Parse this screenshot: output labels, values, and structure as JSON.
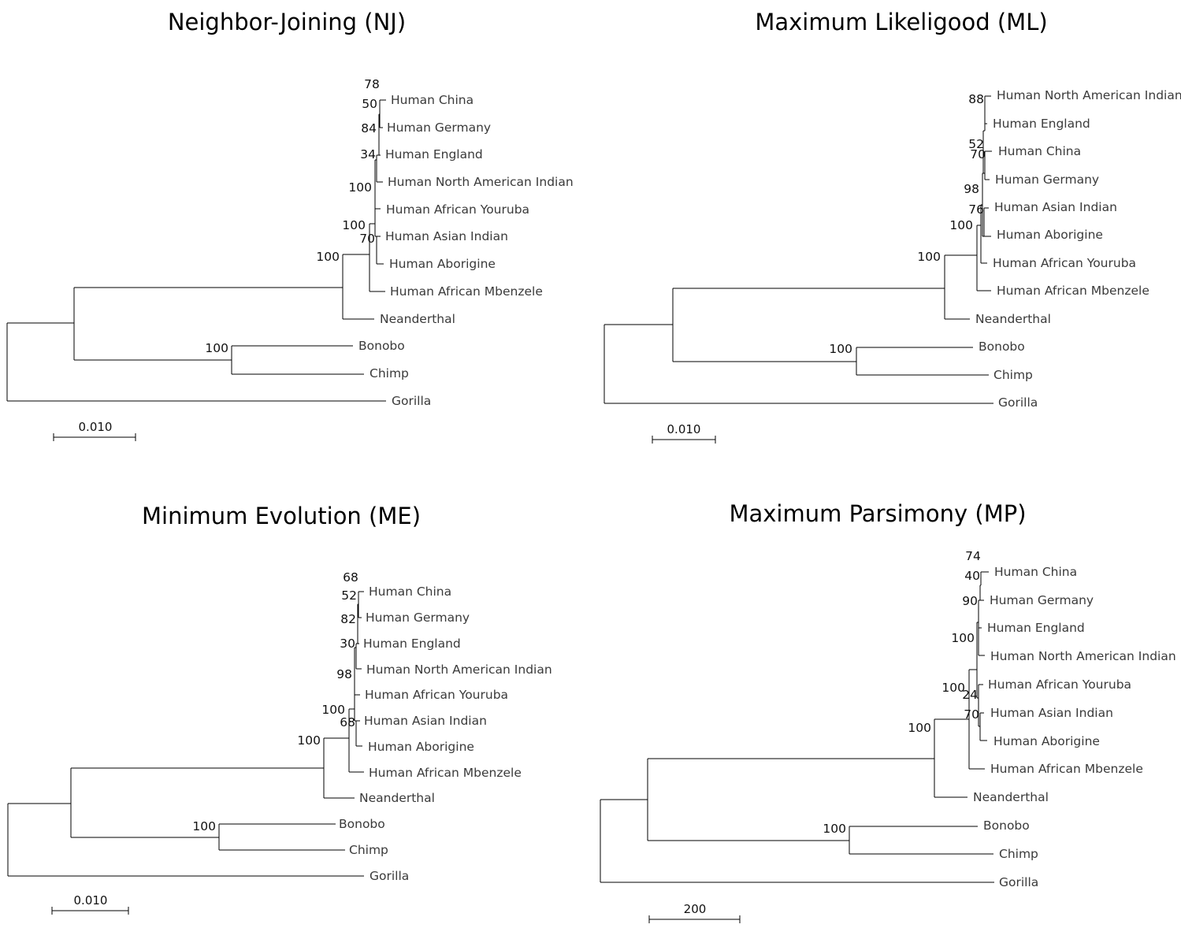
{
  "panels": [
    {
      "id": "nj",
      "title": "Neighbor-Joining (NJ)",
      "scale_label": "0.010",
      "leaves": [
        "Human China",
        "Human Germany",
        "Human England",
        "Human North American Indian",
        "Human African Youruba",
        "Human Asian Indian",
        "Human Aborigine",
        "Human African Mbenzele",
        "Neanderthal",
        "Bonobo",
        "Chimp",
        "Gorilla"
      ],
      "bootstrap": [
        "78",
        "50",
        "84",
        "34",
        "100",
        "100",
        "70",
        "100",
        "100"
      ]
    },
    {
      "id": "ml",
      "title": "Maximum Likeligood (ML)",
      "scale_label": "0.010",
      "leaves": [
        "Human North American Indian",
        "Human England",
        "Human China",
        "Human Germany",
        "Human Asian Indian",
        "Human Aborigine",
        "Human African Youruba",
        "Human African Mbenzele",
        "Neanderthal",
        "Bonobo",
        "Chimp",
        "Gorilla"
      ],
      "bootstrap": [
        "88",
        "52",
        "70",
        "98",
        "76",
        "100",
        "100",
        "100"
      ]
    },
    {
      "id": "me",
      "title": "Minimum Evolution (ME)",
      "scale_label": "0.010",
      "leaves": [
        "Human China",
        "Human Germany",
        "Human England",
        "Human North American Indian",
        "Human African Youruba",
        "Human Asian Indian",
        "Human Aborigine",
        "Human African Mbenzele",
        "Neanderthal",
        "Bonobo",
        "Chimp",
        "Gorilla"
      ],
      "bootstrap": [
        "68",
        "52",
        "82",
        "30",
        "98",
        "100",
        "68",
        "100",
        "100"
      ]
    },
    {
      "id": "mp",
      "title": "Maximum Parsimony (MP)",
      "scale_label": "200",
      "leaves": [
        "Human China",
        "Human Germany",
        "Human England",
        "Human North American Indian",
        "Human African Youruba",
        "Human Asian Indian",
        "Human Aborigine",
        "Human African Mbenzele",
        "Neanderthal",
        "Bonobo",
        "Chimp",
        "Gorilla"
      ],
      "bootstrap": [
        "74",
        "40",
        "90",
        "100",
        "100",
        "24",
        "70",
        "100",
        "100"
      ]
    }
  ]
}
